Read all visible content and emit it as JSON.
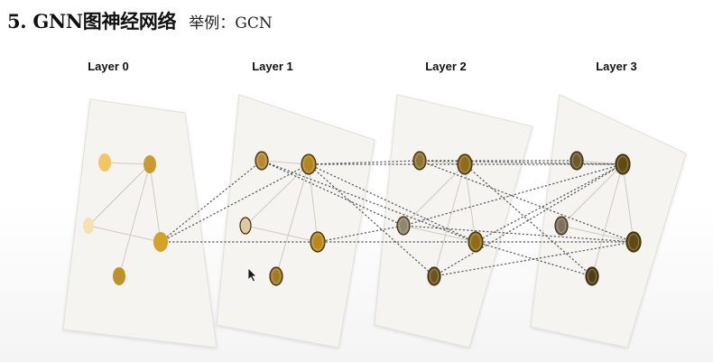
{
  "slide": {
    "title": "5. GNN图神经网络",
    "subtitle": "举例：GCN"
  },
  "layers": [
    {
      "label": "Layer 0",
      "nodes": [
        {
          "id": "a",
          "color": "#f2c665",
          "dim": false
        },
        {
          "id": "b",
          "color": "#c99a30",
          "dim": false
        },
        {
          "id": "c",
          "color": "#f3e2b2",
          "dim": false
        },
        {
          "id": "d",
          "color": "#d4a22a",
          "dim": false
        },
        {
          "id": "e",
          "color": "#c0902b",
          "dim": false
        }
      ]
    },
    {
      "label": "Layer 1",
      "nodes": [
        {
          "id": "a",
          "color": "#b48a3a",
          "dim": false
        },
        {
          "id": "b",
          "color": "#b08523",
          "dim": false
        },
        {
          "id": "c",
          "color": "#d8c8a0",
          "dim": false
        },
        {
          "id": "d",
          "color": "#b7891e",
          "dim": false
        },
        {
          "id": "e",
          "color": "#a07a25",
          "dim": false
        }
      ]
    },
    {
      "label": "Layer 2",
      "nodes": [
        {
          "id": "a",
          "color": "#8f7334",
          "dim": false
        },
        {
          "id": "b",
          "color": "#8c6b1f",
          "dim": false
        },
        {
          "id": "c",
          "color": "#8e8572",
          "dim": false
        },
        {
          "id": "d",
          "color": "#8e6c1d",
          "dim": false
        },
        {
          "id": "e",
          "color": "#6b5420",
          "dim": false
        }
      ]
    },
    {
      "label": "Layer 3",
      "nodes": [
        {
          "id": "a",
          "color": "#6b5a33",
          "dim": false
        },
        {
          "id": "b",
          "color": "#5f4a17",
          "dim": false
        },
        {
          "id": "c",
          "color": "#7a7260",
          "dim": false
        },
        {
          "id": "d",
          "color": "#5f4a17",
          "dim": false
        },
        {
          "id": "e",
          "color": "#4f3f18",
          "dim": false
        }
      ]
    }
  ],
  "graph_edges": [
    [
      "a",
      "b"
    ],
    [
      "b",
      "c"
    ],
    [
      "b",
      "d"
    ],
    [
      "b",
      "e"
    ],
    [
      "c",
      "d"
    ]
  ],
  "message_passing": [
    {
      "from_layer": 0,
      "to_layer": 1,
      "edges": [
        [
          "d",
          "a"
        ],
        [
          "d",
          "b"
        ],
        [
          "d",
          "d"
        ]
      ]
    },
    {
      "from_layer": 1,
      "to_layer": 2,
      "edges": [
        [
          "b",
          "a"
        ],
        [
          "b",
          "b"
        ],
        [
          "a",
          "d"
        ],
        [
          "b",
          "d"
        ],
        [
          "d",
          "c"
        ],
        [
          "d",
          "d"
        ],
        [
          "a",
          "c"
        ],
        [
          "b",
          "e"
        ]
      ]
    },
    {
      "from_layer": 2,
      "to_layer": 3,
      "edges": [
        [
          "a",
          "a"
        ],
        [
          "b",
          "b"
        ],
        [
          "a",
          "b"
        ],
        [
          "c",
          "b"
        ],
        [
          "c",
          "d"
        ],
        [
          "d",
          "b"
        ],
        [
          "d",
          "d"
        ],
        [
          "e",
          "d"
        ],
        [
          "a",
          "d"
        ],
        [
          "b",
          "e"
        ],
        [
          "d",
          "e"
        ],
        [
          "e",
          "b"
        ]
      ]
    }
  ]
}
